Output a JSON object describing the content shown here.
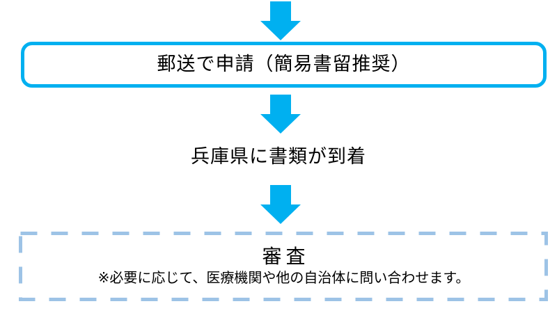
{
  "colors": {
    "arrow": "#00B0F0",
    "solid_box_border": "#00B0F0",
    "dashed_box_border": "#9DC3E6",
    "text": "#000000",
    "background": "#FFFFFF"
  },
  "flowchart": {
    "steps": [
      {
        "id": "apply-by-mail",
        "style": "solid-rounded-box",
        "label": "郵送で申請（簡易書留推奨）"
      },
      {
        "id": "documents-arrive",
        "style": "plain-text",
        "label": "兵庫県に書類が到着"
      },
      {
        "id": "review",
        "style": "dashed-box",
        "label": "審査",
        "note": "※必要に応じて、医療機関や他の自治体に問い合わせます。"
      }
    ],
    "connector_icon": "down-arrow"
  }
}
